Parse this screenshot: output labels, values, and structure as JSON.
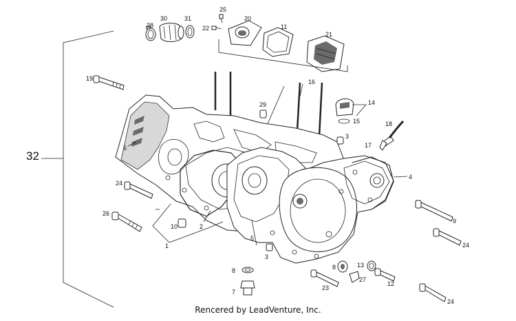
{
  "callouts": {
    "c1": "1",
    "c2": "2",
    "c3a": "3",
    "c3b": "3",
    "c4": "4",
    "c5": "5",
    "c6": "6",
    "c7": "7",
    "c8a": "8",
    "c8b": "8",
    "c9": "9",
    "c10": "10",
    "c11": "11",
    "c12": "12",
    "c13": "13",
    "c14": "14",
    "c15": "15",
    "c16": "16",
    "c17": "17",
    "c18": "18",
    "c19": "19",
    "c20": "20",
    "c21": "21",
    "c22": "22",
    "c23": "23",
    "c24a": "24",
    "c24b": "24",
    "c24c": "24",
    "c25": "25",
    "c26": "26",
    "c27": "27",
    "c28": "28",
    "c29": "29",
    "c30": "30",
    "c31": "31",
    "c32": "32"
  },
  "footer": "Rencered by LeadVenture, Inc."
}
